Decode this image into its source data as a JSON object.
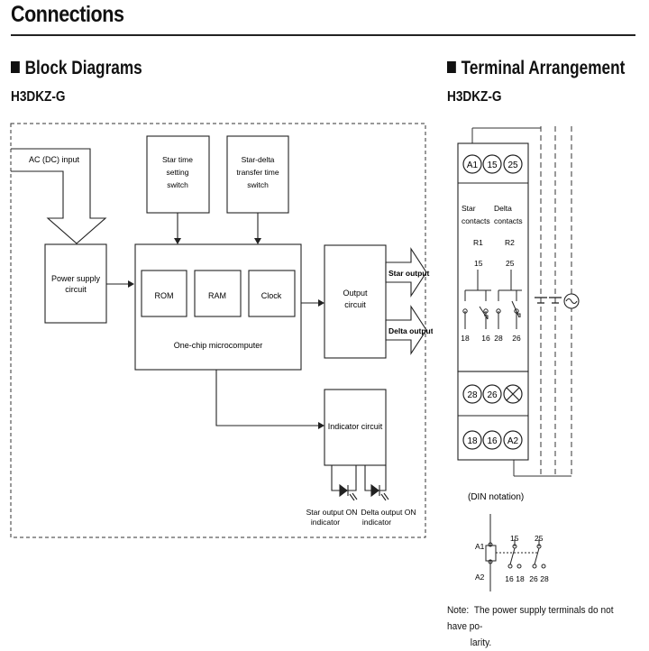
{
  "page_title": "Connections",
  "block": {
    "heading": "Block Diagrams",
    "model": "H3DKZ-G",
    "ac_input": "AC (DC) input",
    "star_time_switch": [
      "Star time",
      "setting",
      "switch"
    ],
    "star_delta_switch": [
      "Star-delta",
      "transfer time",
      "switch"
    ],
    "power_supply": [
      "Power supply",
      "circuit"
    ],
    "rom": "ROM",
    "ram": "RAM",
    "clock": "Clock",
    "micro": "One-chip microcomputer",
    "output_circuit": [
      "Output",
      "circuit"
    ],
    "star_output": "Star output",
    "delta_output": "Delta output",
    "indicator_circuit": "Indicator circuit",
    "star_indicator": [
      "Star output ON",
      "indicator"
    ],
    "delta_indicator": [
      "Delta output ON",
      "indicator"
    ]
  },
  "terminal": {
    "heading": "Terminal Arrangement",
    "model": "H3DKZ-G",
    "top_terminals": [
      "A1",
      "15",
      "25"
    ],
    "star_contacts": [
      "Star",
      "contacts"
    ],
    "delta_contacts": [
      "Delta",
      "contacts"
    ],
    "r1": "R1",
    "r2": "R2",
    "r1_top": "15",
    "r2_top": "25",
    "contact_bottom": [
      "18",
      "16",
      "28",
      "26"
    ],
    "mid_terminals": [
      "28",
      "26"
    ],
    "bottom_terminals": [
      "18",
      "16",
      "A2"
    ],
    "din_notation": "(DIN notation)",
    "din_labels": {
      "a1": "A1",
      "a2": "A2",
      "t15": "15",
      "t25": "25",
      "bottom": [
        "16",
        "18",
        "26",
        "28"
      ]
    }
  },
  "note": {
    "label": "Note:",
    "text": [
      "The power supply terminals do not have po-",
      "larity."
    ]
  }
}
